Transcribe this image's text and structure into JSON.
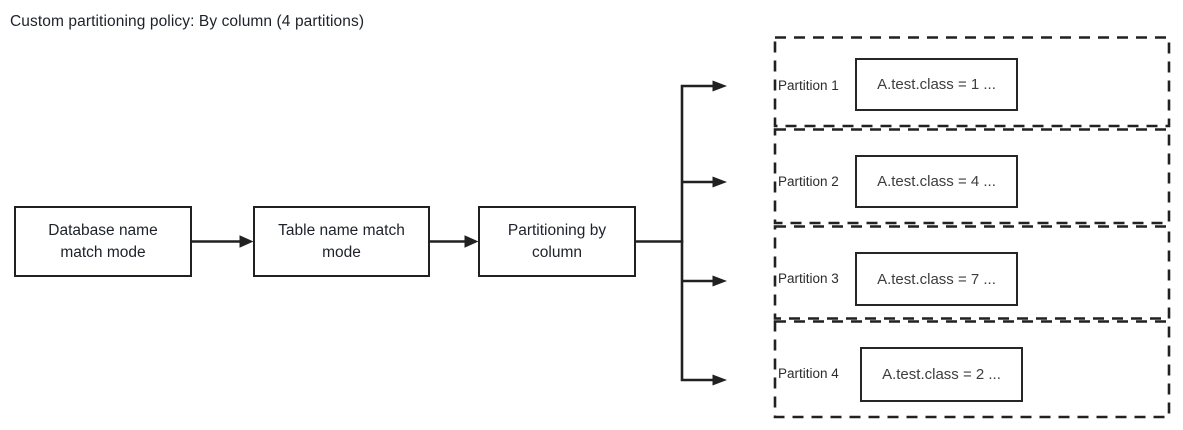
{
  "title": "Custom partitioning policy: By column (4 partitions)",
  "flow_nodes": [
    {
      "label": "Database name match mode"
    },
    {
      "label": "Table name match mode"
    },
    {
      "label": "Partitioning by column"
    }
  ],
  "partitions": [
    {
      "label": "Partition 1",
      "rule": "A.test.class = 1 ..."
    },
    {
      "label": "Partition 2",
      "rule": "A.test.class = 4 ..."
    },
    {
      "label": "Partition 3",
      "rule": "A.test.class = 7 ..."
    },
    {
      "label": "Partition 4",
      "rule": "A.test.class = 2 ..."
    }
  ],
  "colors": {
    "stroke": "#212121",
    "node_text": "#1d2129",
    "rule_text": "#3d3d3d",
    "background": "#ffffff"
  }
}
